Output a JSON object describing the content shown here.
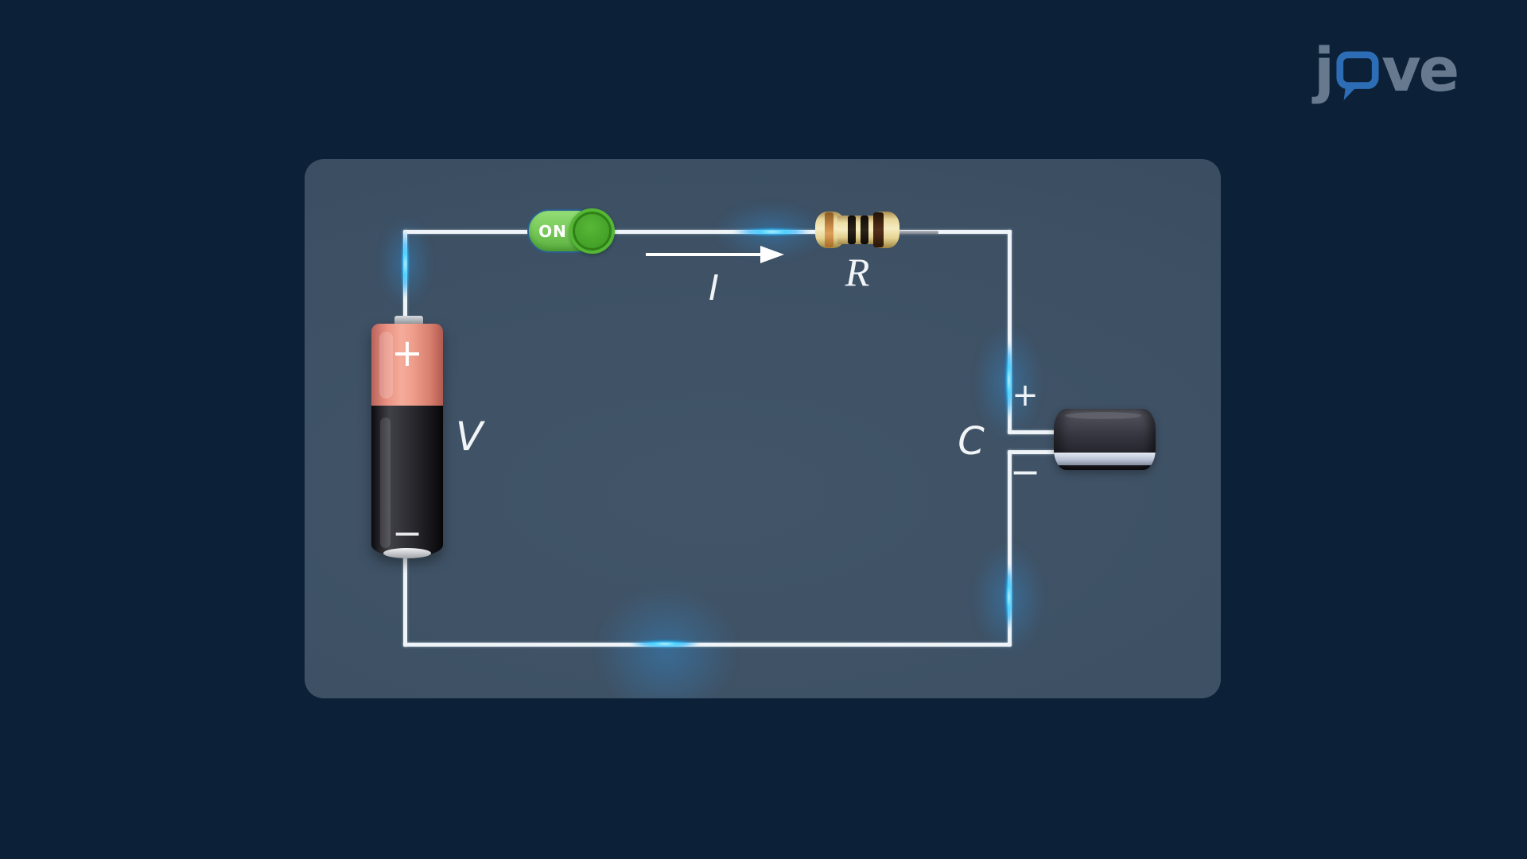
{
  "brand": {
    "logo_j": "j",
    "logo_ve": "ve",
    "letter_color": "#66798e",
    "bubble_color": "#2d6db6"
  },
  "panel": {
    "background": "#3d5064"
  },
  "page_background": "#0c2137",
  "circuit": {
    "switch": {
      "label": "ON",
      "state": "on",
      "body_color": "#74c755",
      "knob_color": "#46a42a",
      "outline_color": "#2b5f8f"
    },
    "battery": {
      "label": "V",
      "plus_label": "+",
      "minus_label": "−",
      "top_color": "#ef9d8b",
      "body_color": "#1a1a1f"
    },
    "current_arrow": {
      "label": "I",
      "direction": "right"
    },
    "resistor": {
      "label": "R",
      "body_color": "#f0e3ae",
      "band_colors": [
        "#c98440",
        "#1d160d",
        "#1d160d",
        "#4e2e15"
      ]
    },
    "capacitor": {
      "label": "C",
      "plus_label": "+",
      "minus_label": "−",
      "body_color": "#34343e",
      "band_color": "#bcc5d6"
    },
    "wire_color": "#eef4f8",
    "glow_color": "#2fd0ff"
  }
}
